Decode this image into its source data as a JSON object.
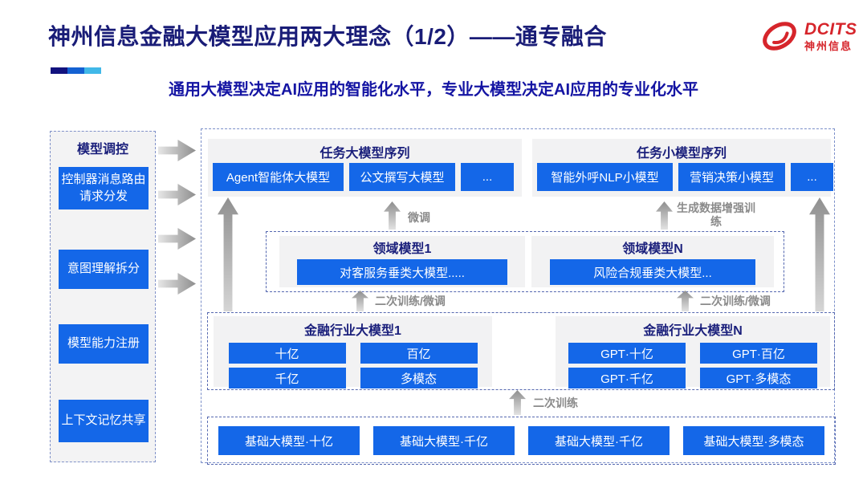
{
  "colors": {
    "node_blue": "#1467e8",
    "brand_red": "#d6252b",
    "navy_text": "#1a1f7b",
    "subtitle_blue": "#1414a3",
    "label_gray": "#8a8a8a",
    "accent_navy": "#12127e",
    "accent_blue": "#1461d2",
    "accent_cyan": "#41b8e8"
  },
  "header": {
    "title": "神州信息金融大模型应用两大理念（1/2）——通专融合",
    "subtitle": "通用大模型决定AI应用的智能化水平，专业大模型决定AI应用的专业化水平",
    "logo_name": "DCITS",
    "logo_subname": "神州信息"
  },
  "sidebar": {
    "title": "模型调控",
    "items": [
      "控制器消息路由请求分发",
      "意图理解拆分",
      "模型能力注册",
      "上下文记忆共享"
    ]
  },
  "task_large": {
    "title": "任务大模型序列",
    "items": [
      "Agent智能体大模型",
      "公文撰写大模型",
      "..."
    ]
  },
  "task_small": {
    "title": "任务小模型序列",
    "items": [
      "智能外呼NLP小模型",
      "营销决策小模型",
      "..."
    ]
  },
  "domain1": {
    "title": "领域模型1",
    "item": "对客服务垂类大模型....."
  },
  "domainN": {
    "title": "领域模型N",
    "item": "风险合规垂类大模型..."
  },
  "industry1": {
    "title": "金融行业大模型1",
    "items": [
      "十亿",
      "百亿",
      "千亿",
      "多模态"
    ]
  },
  "industryN": {
    "title": "金融行业大模型N",
    "items": [
      "GPT·十亿",
      "GPT·百亿",
      "GPT·千亿",
      "GPT·多模态"
    ]
  },
  "base_models": {
    "items": [
      "基础大模型·十亿",
      "基础大模型·千亿",
      "基础大模型·千亿",
      "基础大模型·多模态"
    ]
  },
  "arrow_labels": {
    "finetune": "微调",
    "gen_augment": "生成数据增强训练",
    "retrain_finetune_left": "二次训练/微调",
    "retrain_finetune_right": "二次训练/微调",
    "retrain": "二次训练"
  }
}
